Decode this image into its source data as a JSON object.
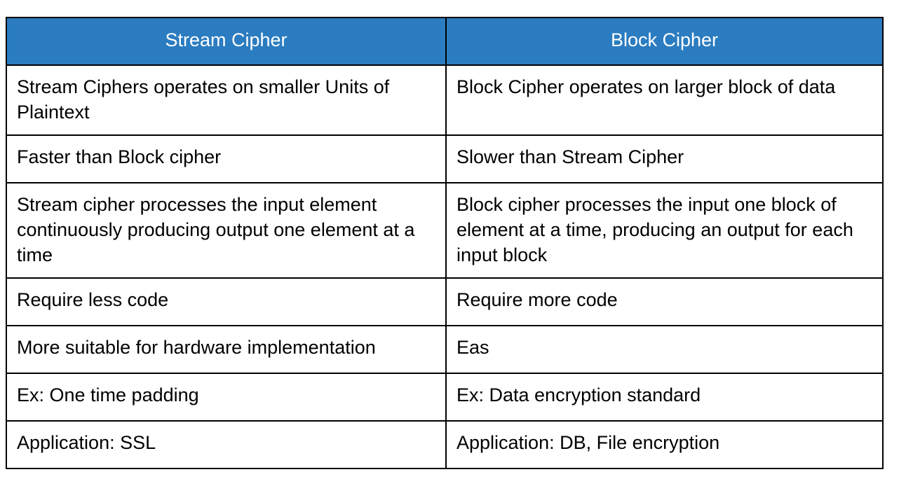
{
  "table": {
    "title": "Stream Cipher vs Block Cipher comparison table",
    "header_background": "#2B7CC0",
    "header_text_color": "#FFFFFF",
    "border_color": "#000000",
    "columns": [
      {
        "label": "Stream Cipher"
      },
      {
        "label": "Block Cipher"
      }
    ],
    "rows": [
      {
        "left": "Stream Ciphers operates on smaller Units of Plaintext",
        "right": "Block Cipher operates on larger block of data"
      },
      {
        "left": "Faster than Block cipher",
        "right": "Slower than Stream Cipher"
      },
      {
        "left": "Stream cipher processes the input element continuously producing output one element at a time",
        "right": "Block cipher processes the input one block of element at a time, producing an output for each input block"
      },
      {
        "left": "Require less code",
        "right": "Require more code"
      },
      {
        "left": "More suitable for hardware implementation",
        "right": "Eas"
      },
      {
        "left": "Ex: One time padding",
        "right": "Ex: Data encryption standard"
      },
      {
        "left": "Application: SSL",
        "right": "Application: DB, File encryption"
      }
    ]
  }
}
